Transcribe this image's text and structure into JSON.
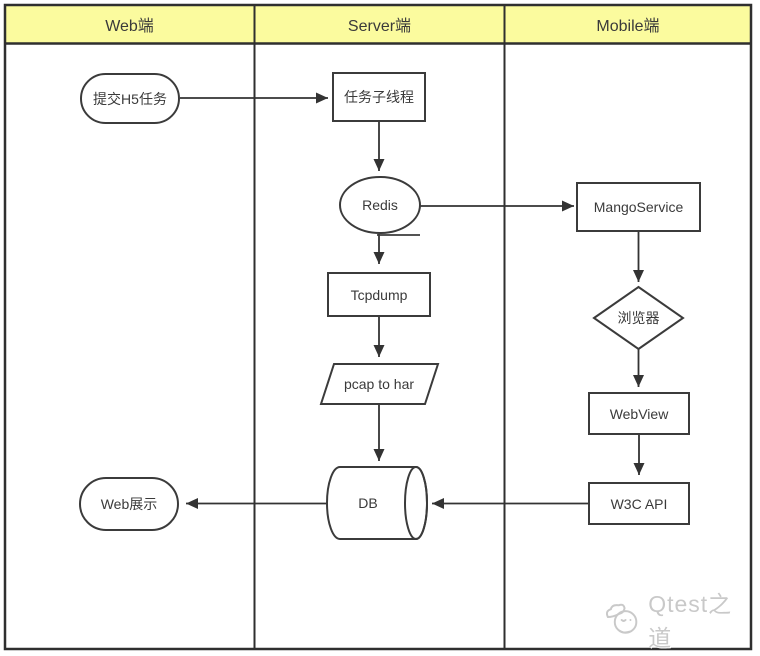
{
  "diagram": {
    "type": "swimlane-flowchart",
    "lanes": [
      {
        "label": "Web端"
      },
      {
        "label": "Server端"
      },
      {
        "label": "Mobile端"
      }
    ],
    "nodes": {
      "submit_task": {
        "label": "提交H5任务",
        "shape": "terminator",
        "lane": "Web端"
      },
      "task_thread": {
        "label": "任务子线程",
        "shape": "process",
        "lane": "Server端"
      },
      "redis": {
        "label": "Redis",
        "shape": "ellipse",
        "lane": "Server端"
      },
      "tcpdump": {
        "label": "Tcpdump",
        "shape": "process",
        "lane": "Server端"
      },
      "pcap_to_har": {
        "label": "pcap to har",
        "shape": "parallelogram",
        "lane": "Server端"
      },
      "db": {
        "label": "DB",
        "shape": "cylinder",
        "lane": "Server端"
      },
      "web_display": {
        "label": "Web展示",
        "shape": "terminator",
        "lane": "Web端"
      },
      "mango_service": {
        "label": "MangoService",
        "shape": "process",
        "lane": "Mobile端"
      },
      "browser": {
        "label": "浏览器",
        "shape": "decision",
        "lane": "Mobile端"
      },
      "webview": {
        "label": "WebView",
        "shape": "process",
        "lane": "Mobile端"
      },
      "w3c_api": {
        "label": "W3C API",
        "shape": "process",
        "lane": "Mobile端"
      }
    },
    "edges": [
      {
        "from": "submit_task",
        "to": "task_thread"
      },
      {
        "from": "task_thread",
        "to": "redis"
      },
      {
        "from": "redis",
        "to": "mango_service"
      },
      {
        "from": "redis",
        "to": "tcpdump"
      },
      {
        "from": "tcpdump",
        "to": "pcap_to_har"
      },
      {
        "from": "pcap_to_har",
        "to": "db"
      },
      {
        "from": "db",
        "to": "web_display"
      },
      {
        "from": "mango_service",
        "to": "browser"
      },
      {
        "from": "browser",
        "to": "webview"
      },
      {
        "from": "webview",
        "to": "w3c_api"
      },
      {
        "from": "w3c_api",
        "to": "db"
      }
    ],
    "colors": {
      "lane_header_fill": "#FBFB9E",
      "stroke": "#333333",
      "node_fill": "#FFFFFF",
      "watermark_text": "#C9C9C9"
    }
  },
  "watermark": {
    "text": "Qtest之道"
  }
}
